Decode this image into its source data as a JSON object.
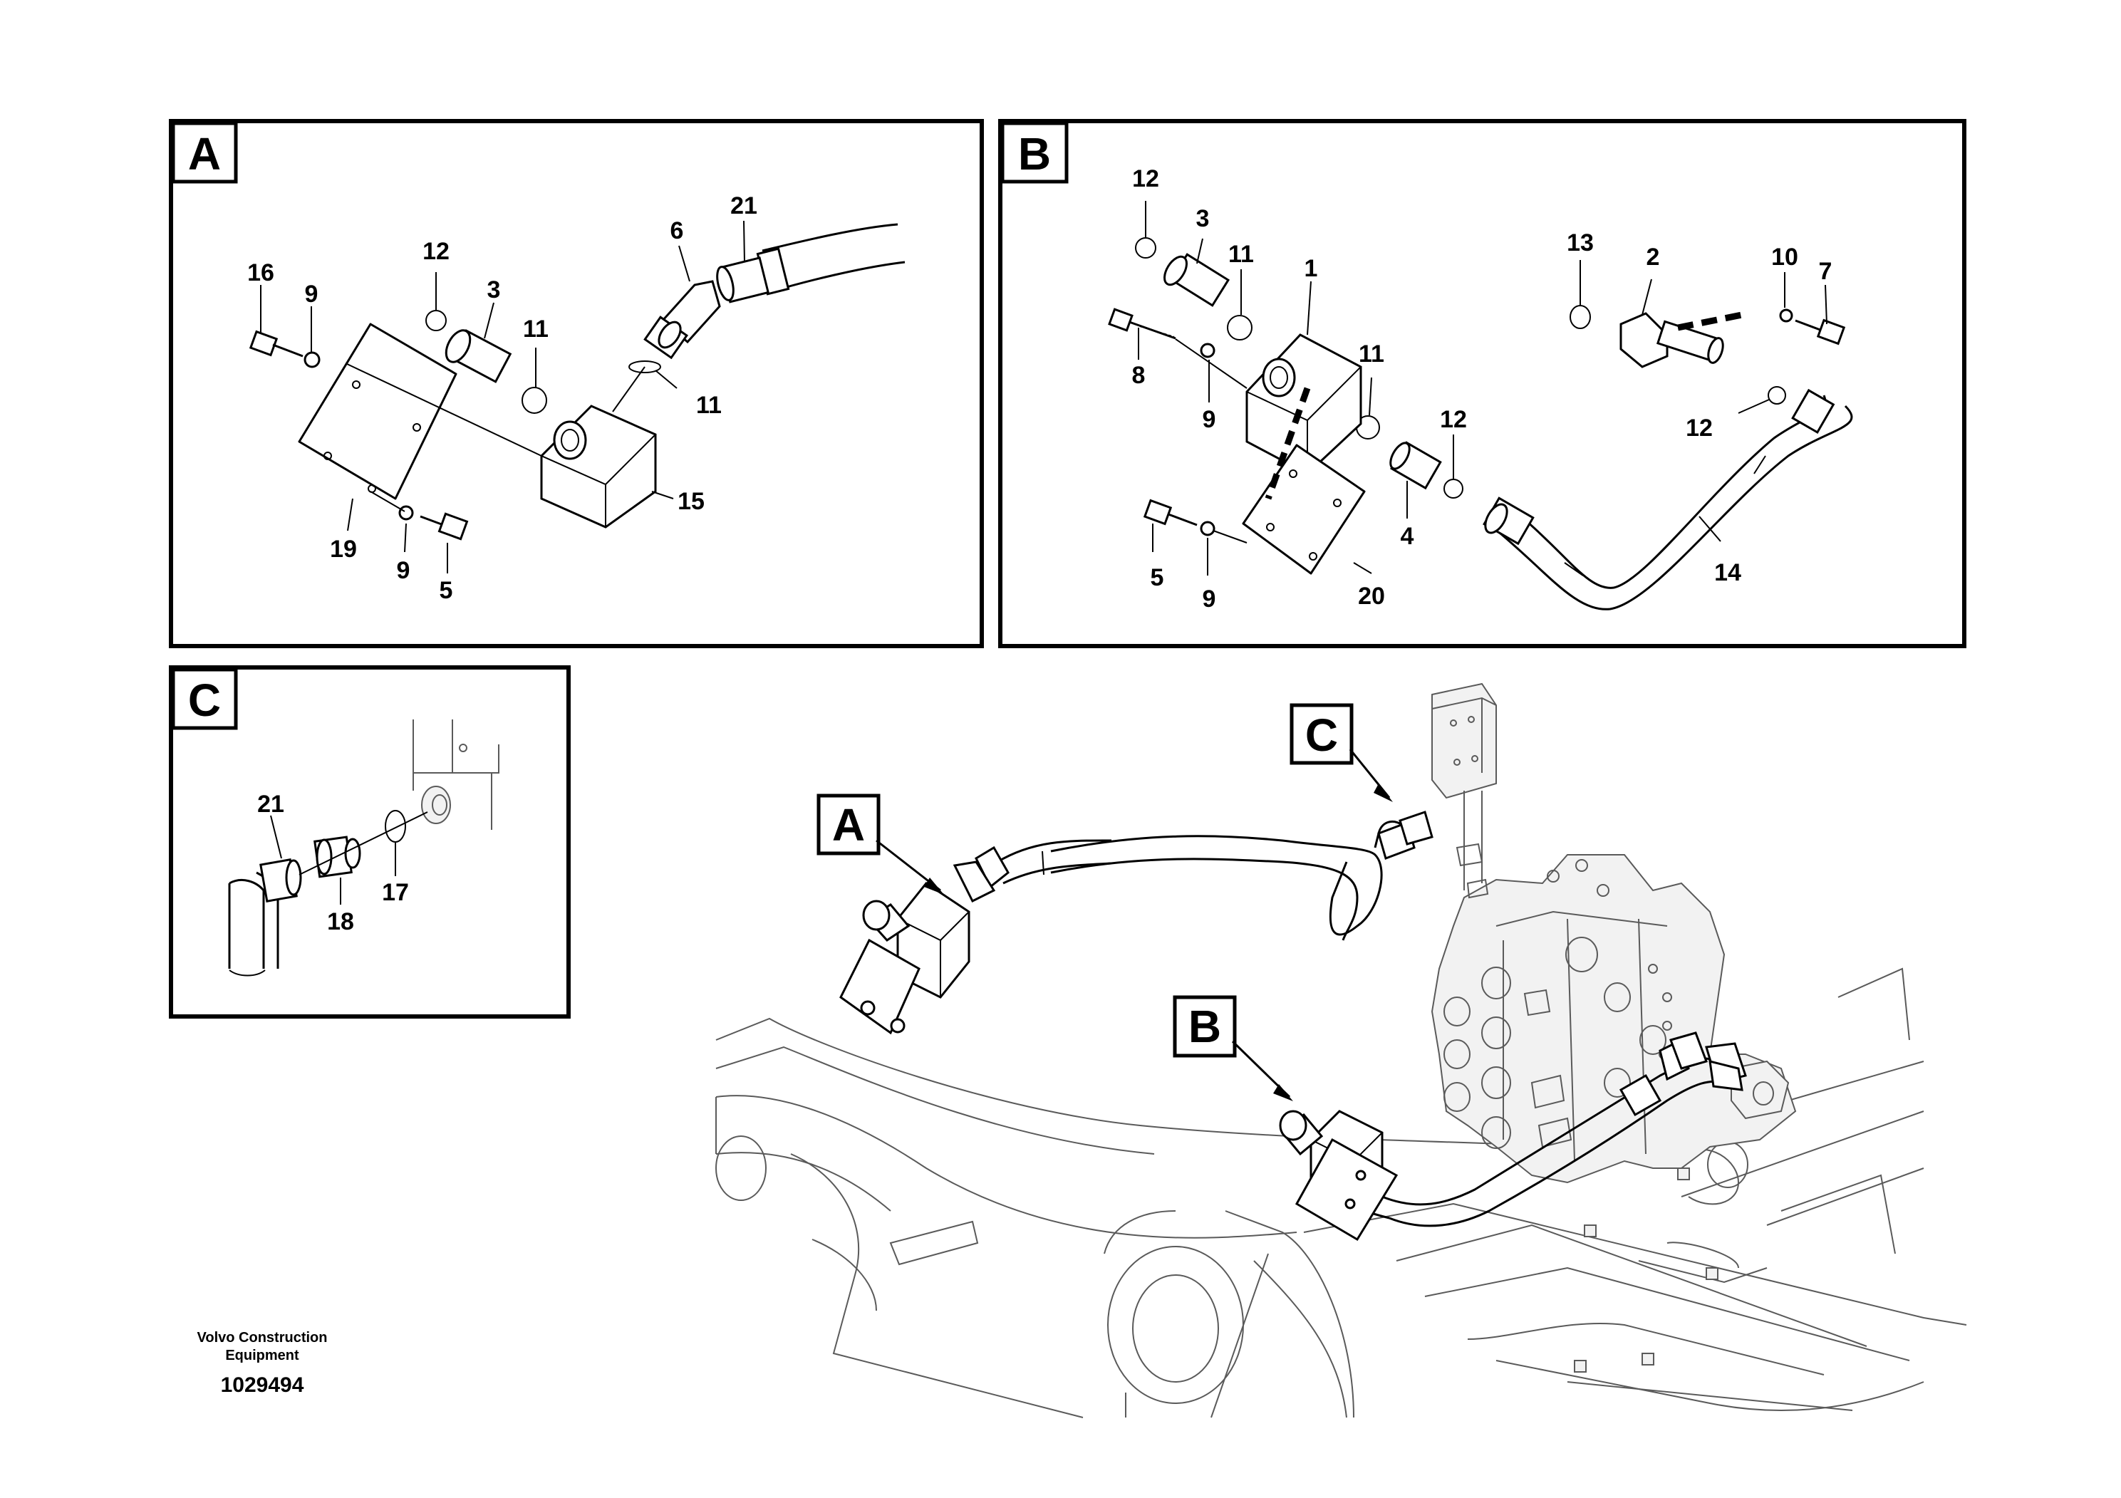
{
  "panels": {
    "a": {
      "letter": "A",
      "callouts": {
        "p16": "16",
        "p9a": "9",
        "p12": "12",
        "p3": "3",
        "p11a": "11",
        "p6": "6",
        "p21": "21",
        "p11b": "11",
        "p15": "15",
        "p19": "19",
        "p9b": "9",
        "p5": "5"
      }
    },
    "b": {
      "letter": "B",
      "callouts": {
        "p12a": "12",
        "p3": "3",
        "p11a": "11",
        "p1": "1",
        "p8": "8",
        "p9a": "9",
        "p11b": "11",
        "p12b": "12",
        "p4": "4",
        "p5": "5",
        "p9b": "9",
        "p20": "20",
        "p13": "13",
        "p2": "2",
        "p10": "10",
        "p7": "7",
        "p12c": "12",
        "p14": "14"
      }
    },
    "c": {
      "letter": "C",
      "callouts": {
        "p21": "21",
        "p18": "18",
        "p17": "17"
      }
    }
  },
  "overview": {
    "tags": {
      "a": "A",
      "b": "B",
      "c": "C"
    }
  },
  "footer": {
    "brand_line1": "Volvo Construction",
    "brand_line2": "Equipment",
    "doc_number": "1029494"
  }
}
